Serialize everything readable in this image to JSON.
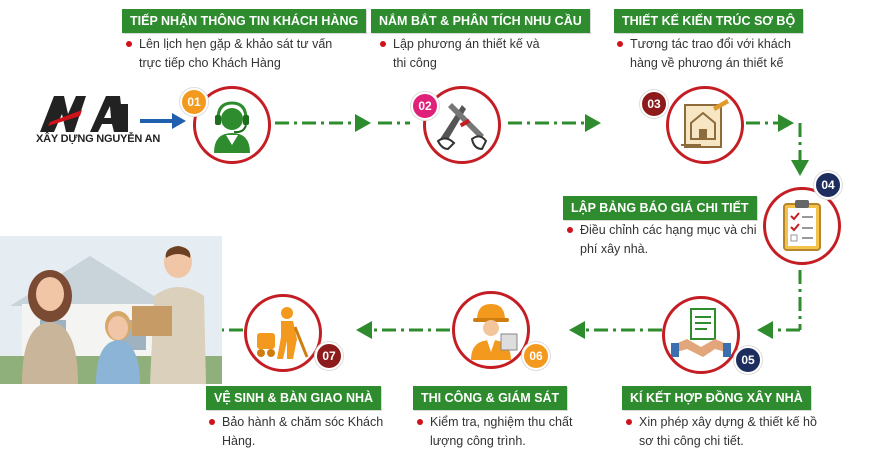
{
  "logo": {
    "mark": "NA",
    "name": "XÂY DỰNG NGUYỄN AN"
  },
  "colors": {
    "green": "#2e8b2e",
    "red": "#c41e24",
    "dot": "#d0121b",
    "orange": "#f39a1e",
    "magenta": "#e0217a",
    "darkred": "#8e1b1b",
    "navy": "#1d2d5e"
  },
  "steps": [
    {
      "num": "01",
      "title": "TIẾP NHẬN THÔNG TIN KHÁCH HÀNG",
      "desc": "Lên lịch hẹn gặp & khảo sát tư vấn trực tiếp cho Khách Hàng",
      "icon": "headset-support-icon"
    },
    {
      "num": "02",
      "title": "NẮM BẮT & PHÂN TÍCH NHU CẦU",
      "desc": "Lập phương án thiết kế và thi công",
      "icon": "drafting-tools-icon"
    },
    {
      "num": "03",
      "title": "THIẾT KẾ KIẾN TRÚC SƠ BỘ",
      "desc": "Tương tác trao đổi với khách hàng về phương án thiết kế",
      "icon": "blueprint-icon"
    },
    {
      "num": "04",
      "title": "LẬP BẢNG BÁO GIÁ CHI TIẾT",
      "desc": "Điều chỉnh các hạng mục và chi phí xây nhà.",
      "icon": "clipboard-checklist-icon"
    },
    {
      "num": "05",
      "title": "KÍ KẾT HỢP ĐỒNG XÂY NHÀ",
      "desc": "Xin phép xây dựng & thiết kế hồ sơ thi công chi tiết.",
      "icon": "handshake-contract-icon"
    },
    {
      "num": "06",
      "title": "THI CÔNG & GIÁM SÁT",
      "desc": "Kiểm tra, nghiệm thu chất lượng công trình.",
      "icon": "construction-worker-icon"
    },
    {
      "num": "07",
      "title": "VỆ SINH & BÀN GIAO NHÀ",
      "desc": "Bảo hành & chăm sóc Khách Hàng.",
      "icon": "cleaning-person-icon"
    }
  ]
}
